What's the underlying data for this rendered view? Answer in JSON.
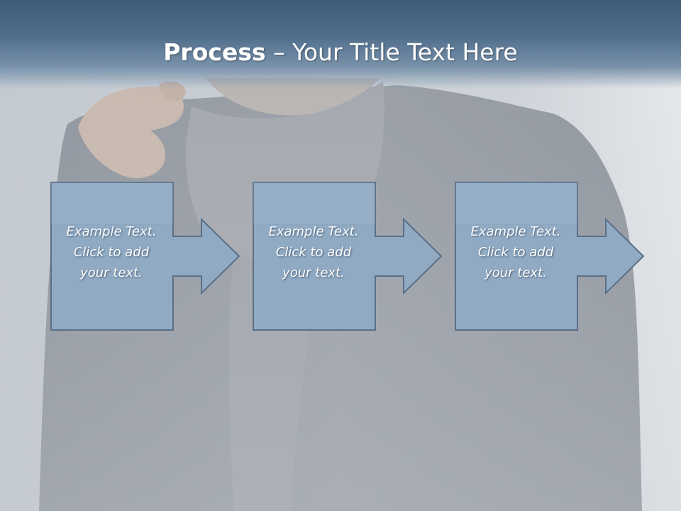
{
  "title": {
    "bold": "Process",
    "dash": " – ",
    "rest": "Your Title Text Here"
  },
  "steps": [
    {
      "lines": [
        "Example Text.",
        "Click  to add",
        "your text."
      ]
    },
    {
      "lines": [
        "Example Text.",
        "Click  to add",
        "your text."
      ]
    },
    {
      "lines": [
        "Example Text.",
        "Click  to add",
        "your text."
      ]
    }
  ],
  "colors": {
    "title_band": "#4f6d8b",
    "box_fill": "#90aac4",
    "box_stroke": "#5b6f85",
    "text": "#ffffff"
  },
  "icons": {
    "arrow": "right-arrow-icon"
  }
}
